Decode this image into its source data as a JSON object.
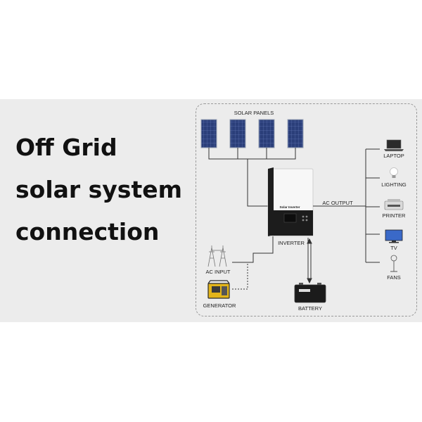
{
  "title_lines": [
    "Off Grid",
    "solar system",
    "connection"
  ],
  "labels": {
    "solar_panels": "SOLAR PANELS",
    "ac_output": "AC OUTPUT",
    "inverter": "INVERTER",
    "ac_input": "AC INPUT",
    "generator": "GENERATOR",
    "battery": "BATTERY",
    "inverter_brand": "Solar Inverter"
  },
  "loads": [
    "LAPTOP",
    "LIGHTING",
    "PRINTER",
    "TV",
    "FANS"
  ],
  "colors": {
    "panel": "#2b3f7a",
    "panel_frame": "#9aa3b5",
    "line": "#333333",
    "band": "#ececec",
    "generator_body": "#e3b51a"
  },
  "icons": [
    "solar-panel-icon",
    "inverter-icon",
    "pylon-icon",
    "generator-icon",
    "battery-icon",
    "laptop-icon",
    "bulb-icon",
    "printer-icon",
    "tv-icon",
    "fan-icon"
  ]
}
